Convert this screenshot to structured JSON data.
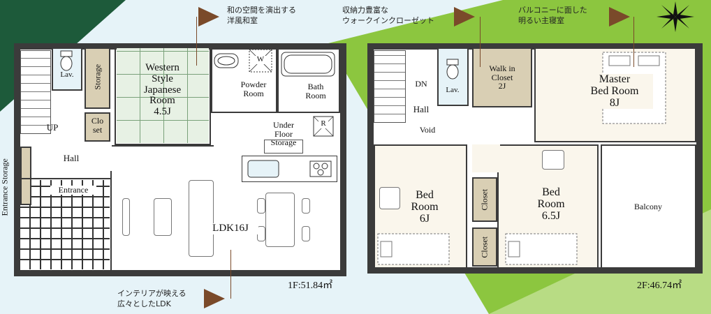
{
  "floor1": {
    "area_label": "1F:51.84㎡",
    "rooms": {
      "western_room": "Western\nStyle\nJapanese\nRoom\n4.5J",
      "lavatory": "Lav.",
      "storage": "Storage",
      "closet": "Clo\nset",
      "powder_room": "Powder\nRoom",
      "washer": "W",
      "bath_room": "Bath\nRoom",
      "under_floor_storage": "Under\nFloor\nStorage",
      "refrigerator": "R",
      "up": "UP",
      "hall": "Hall",
      "entrance": "Entrance",
      "entrance_storage": "Entrance Storage",
      "ldk": "LDK16J"
    }
  },
  "floor2": {
    "area_label": "2F:46.74㎡",
    "rooms": {
      "dn": "DN",
      "hall": "Hall",
      "void": "Void",
      "lavatory": "Lav.",
      "walk_in_closet": "Walk in\nCloset\n2J",
      "master_bed_room": "Master\nBed Room\n8J",
      "bed_room_6": "Bed\nRoom\n6J",
      "closet_a": "Closet",
      "closet_b": "Closet",
      "bed_room_65": "Bed\nRoom\n6.5J",
      "balcony": "Balcony"
    }
  },
  "annotations": {
    "japanese_room_note": "和の空間を演出する\n洋風和室",
    "walkin_note": "収納力豊富な\nウォークインクローゼット",
    "balcony_note": "バルコニーに面した\n明るい主寝室",
    "ldk_note": "インテリアが映える\n広々としたLDK"
  },
  "colors": {
    "dark_green": "#1d5a3a",
    "light_green": "#8cc63f",
    "sky_blue": "#e6f3f8",
    "tatami_green": "#e7f1e4",
    "closet_tan": "#d9cfb4",
    "arrow_brown": "#7a4a2a"
  },
  "icons": [
    "compass-star-icon",
    "toilet-icon",
    "sink-icon",
    "bathtub-icon",
    "stove-icon",
    "bed-icon",
    "dining-table-icon",
    "sofa-icon"
  ]
}
